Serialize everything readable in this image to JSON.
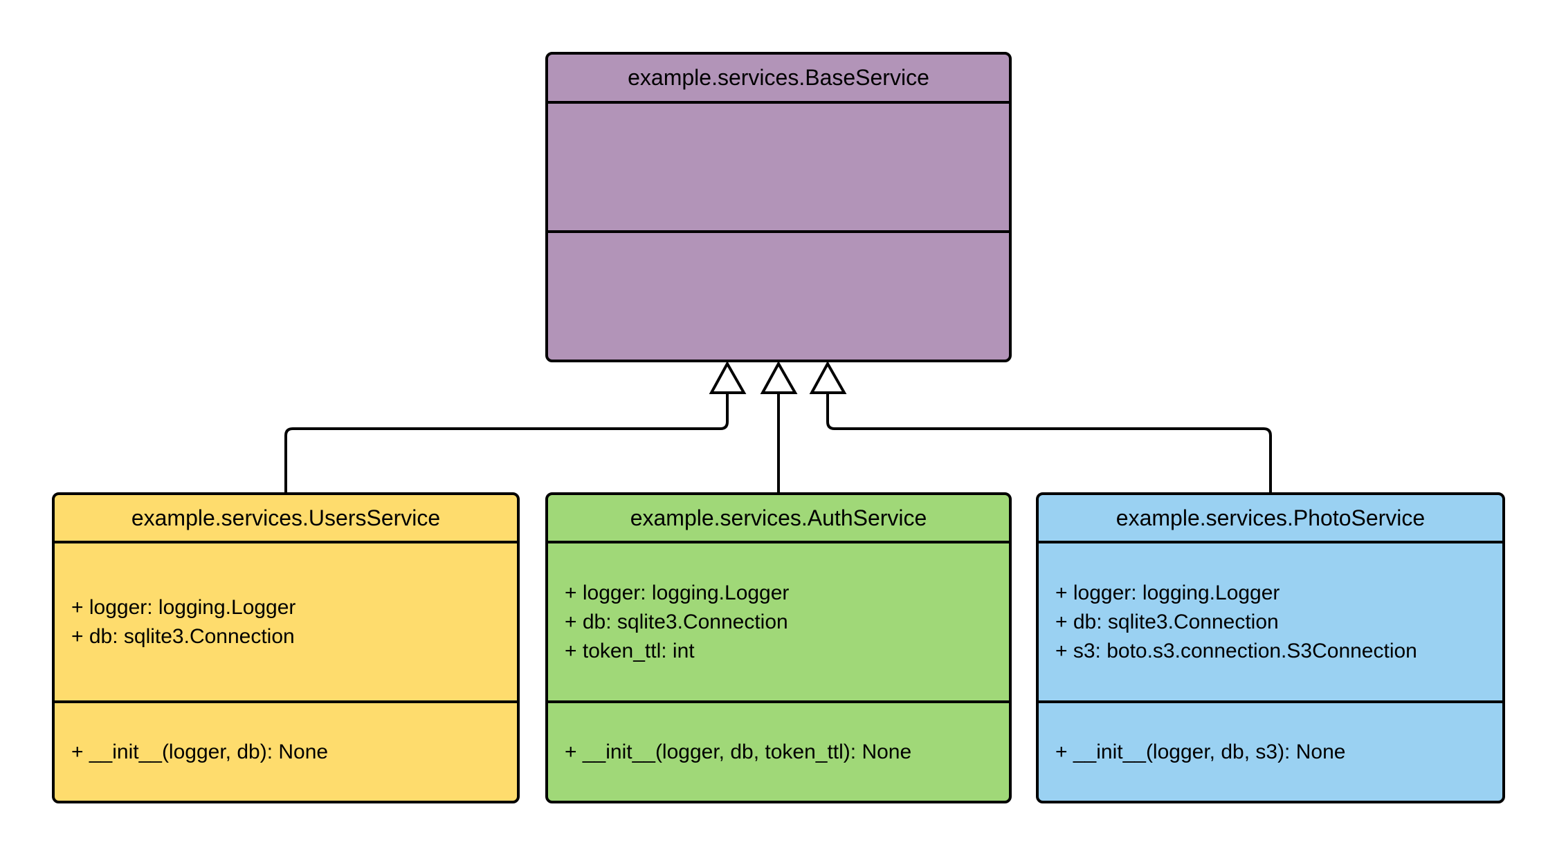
{
  "diagram": {
    "kind": "uml-class-diagram",
    "background": "#ffffff",
    "line_color": "#000000",
    "classes": [
      {
        "title": "example.services.BaseService",
        "fill": "#b294b8",
        "attributes": [],
        "methods": []
      },
      {
        "title": "example.services.UsersService",
        "fill": "#fedc6d",
        "attributes": [
          "+ logger: logging.Logger",
          "+ db: sqlite3.Connection"
        ],
        "methods": [
          "+ __init__(logger, db): None"
        ]
      },
      {
        "title": "example.services.AuthService",
        "fill": "#a0d878",
        "attributes": [
          "+ logger: logging.Logger",
          "+ db: sqlite3.Connection",
          "+ token_ttl: int"
        ],
        "methods": [
          "+ __init__(logger, db, token_ttl): None"
        ]
      },
      {
        "title": "example.services.PhotoService",
        "fill": "#9ad1f2",
        "attributes": [
          "+ logger: logging.Logger",
          "+ db: sqlite3.Connection",
          "+ s3: boto.s3.connection.S3Connection"
        ],
        "methods": [
          "+ __init__(logger, db, s3): None"
        ]
      }
    ],
    "relations": [
      {
        "type": "inheritance",
        "from": "example.services.UsersService",
        "to": "example.services.BaseService"
      },
      {
        "type": "inheritance",
        "from": "example.services.AuthService",
        "to": "example.services.BaseService"
      },
      {
        "type": "inheritance",
        "from": "example.services.PhotoService",
        "to": "example.services.BaseService"
      }
    ]
  }
}
